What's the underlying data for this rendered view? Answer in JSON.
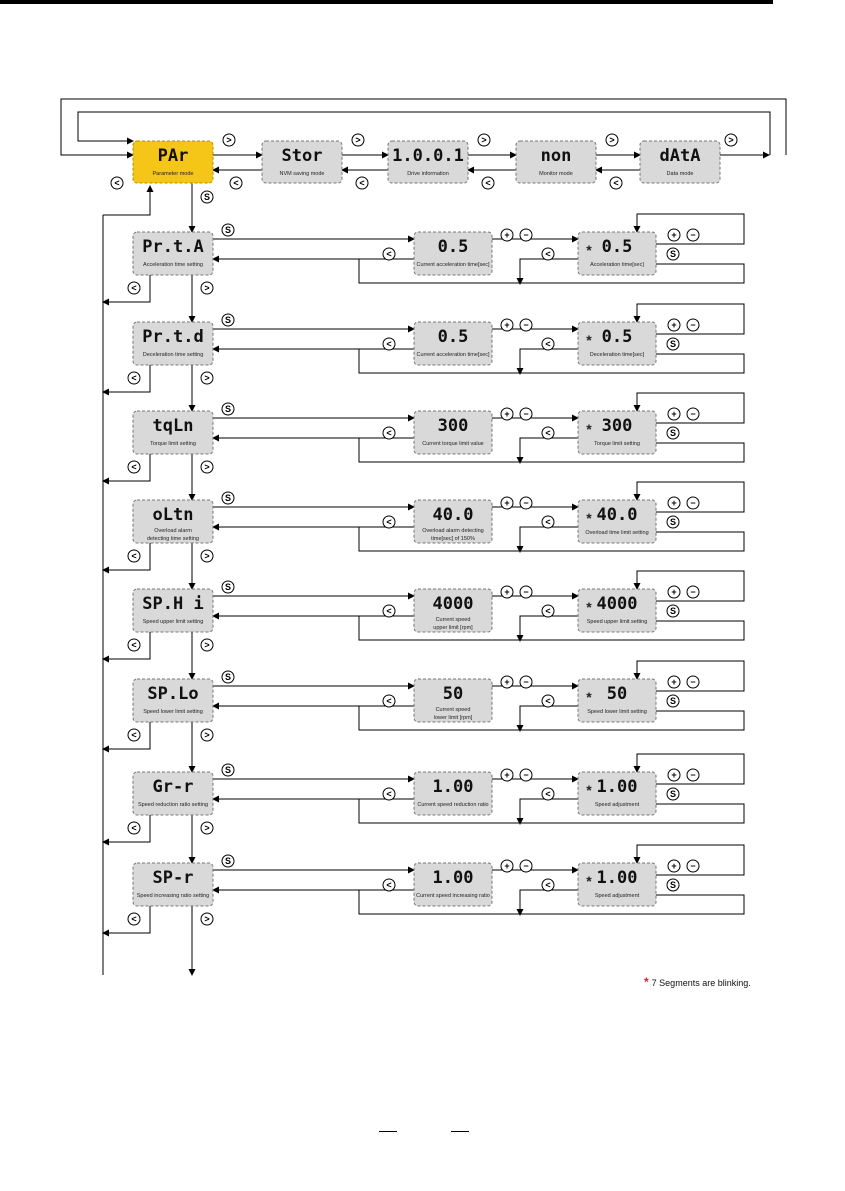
{
  "top_modes": [
    {
      "display": "PAr",
      "label": "Parameter mode",
      "highlight": true
    },
    {
      "display": "Stor",
      "label": "NVM saving mode",
      "highlight": false
    },
    {
      "display": "1.0.0.1",
      "label": "Drive information",
      "highlight": false
    },
    {
      "display": "non",
      "label": "Monitor mode",
      "highlight": false
    },
    {
      "display": "dAtA",
      "label": "Data mode",
      "highlight": false
    }
  ],
  "parameters": [
    {
      "display": "Pr.t.A",
      "label": [
        "Acceleration time setting"
      ],
      "current_display": "0.5",
      "current_label": [
        "Current acceleration time[sec]"
      ],
      "edit_display": "0.5",
      "edit_label": [
        "Acceleration time[sec]"
      ]
    },
    {
      "display": "Pr.t.d",
      "label": [
        "Deceleration time setting"
      ],
      "current_display": "0.5",
      "current_label": [
        "Current acceleration time[sec]"
      ],
      "edit_display": "0.5",
      "edit_label": [
        "Deceleration time[sec]"
      ]
    },
    {
      "display": "tqLn",
      "label": [
        "Torque limit setting"
      ],
      "current_display": "300",
      "current_label": [
        "Current torque limit value"
      ],
      "edit_display": "300",
      "edit_label": [
        "Torque limit setting"
      ]
    },
    {
      "display": "oLtn",
      "label": [
        "Overload alarm",
        "detecting time setting"
      ],
      "current_display": "40.0",
      "current_label": [
        "Overload alarm detecting",
        "time[sec] of 150%"
      ],
      "edit_display": "40.0",
      "edit_label": [
        "Overload time limit setting"
      ]
    },
    {
      "display": "SP.H i",
      "label": [
        "Speed upper limit setting"
      ],
      "current_display": "4000",
      "current_label": [
        "Current speed",
        "upper limit [rpm]"
      ],
      "edit_display": "4000",
      "edit_label": [
        "Speed upper limit setting"
      ]
    },
    {
      "display": "SP.Lo",
      "label": [
        "Speed lower limit setting"
      ],
      "current_display": "50",
      "current_label": [
        "Current speed",
        "lower limit [rpm]"
      ],
      "edit_display": "50",
      "edit_label": [
        "Speed lower limit setting"
      ]
    },
    {
      "display": "Gr-r",
      "label": [
        "Speed reduction ratio setting"
      ],
      "current_display": "1.00",
      "current_label": [
        "Current speed reduction ratio"
      ],
      "edit_display": "1.00",
      "edit_label": [
        "Speed adjustment"
      ]
    },
    {
      "display": "SP-r",
      "label": [
        "Speed increasing ratio setting"
      ],
      "current_display": "1.00",
      "current_label": [
        "Current speed increasing ratio"
      ],
      "edit_display": "1.00",
      "edit_label": [
        "Speed adjustment"
      ]
    }
  ],
  "buttons": {
    "next": ">",
    "prev": "<",
    "set": "S",
    "plus": "+",
    "minus": "−"
  },
  "note": {
    "symbol": "*",
    "text": "7 Segments are blinking."
  },
  "colors": {
    "highlight": "#f5c518",
    "box": "#d9d9d9",
    "star": "#e0231b"
  }
}
